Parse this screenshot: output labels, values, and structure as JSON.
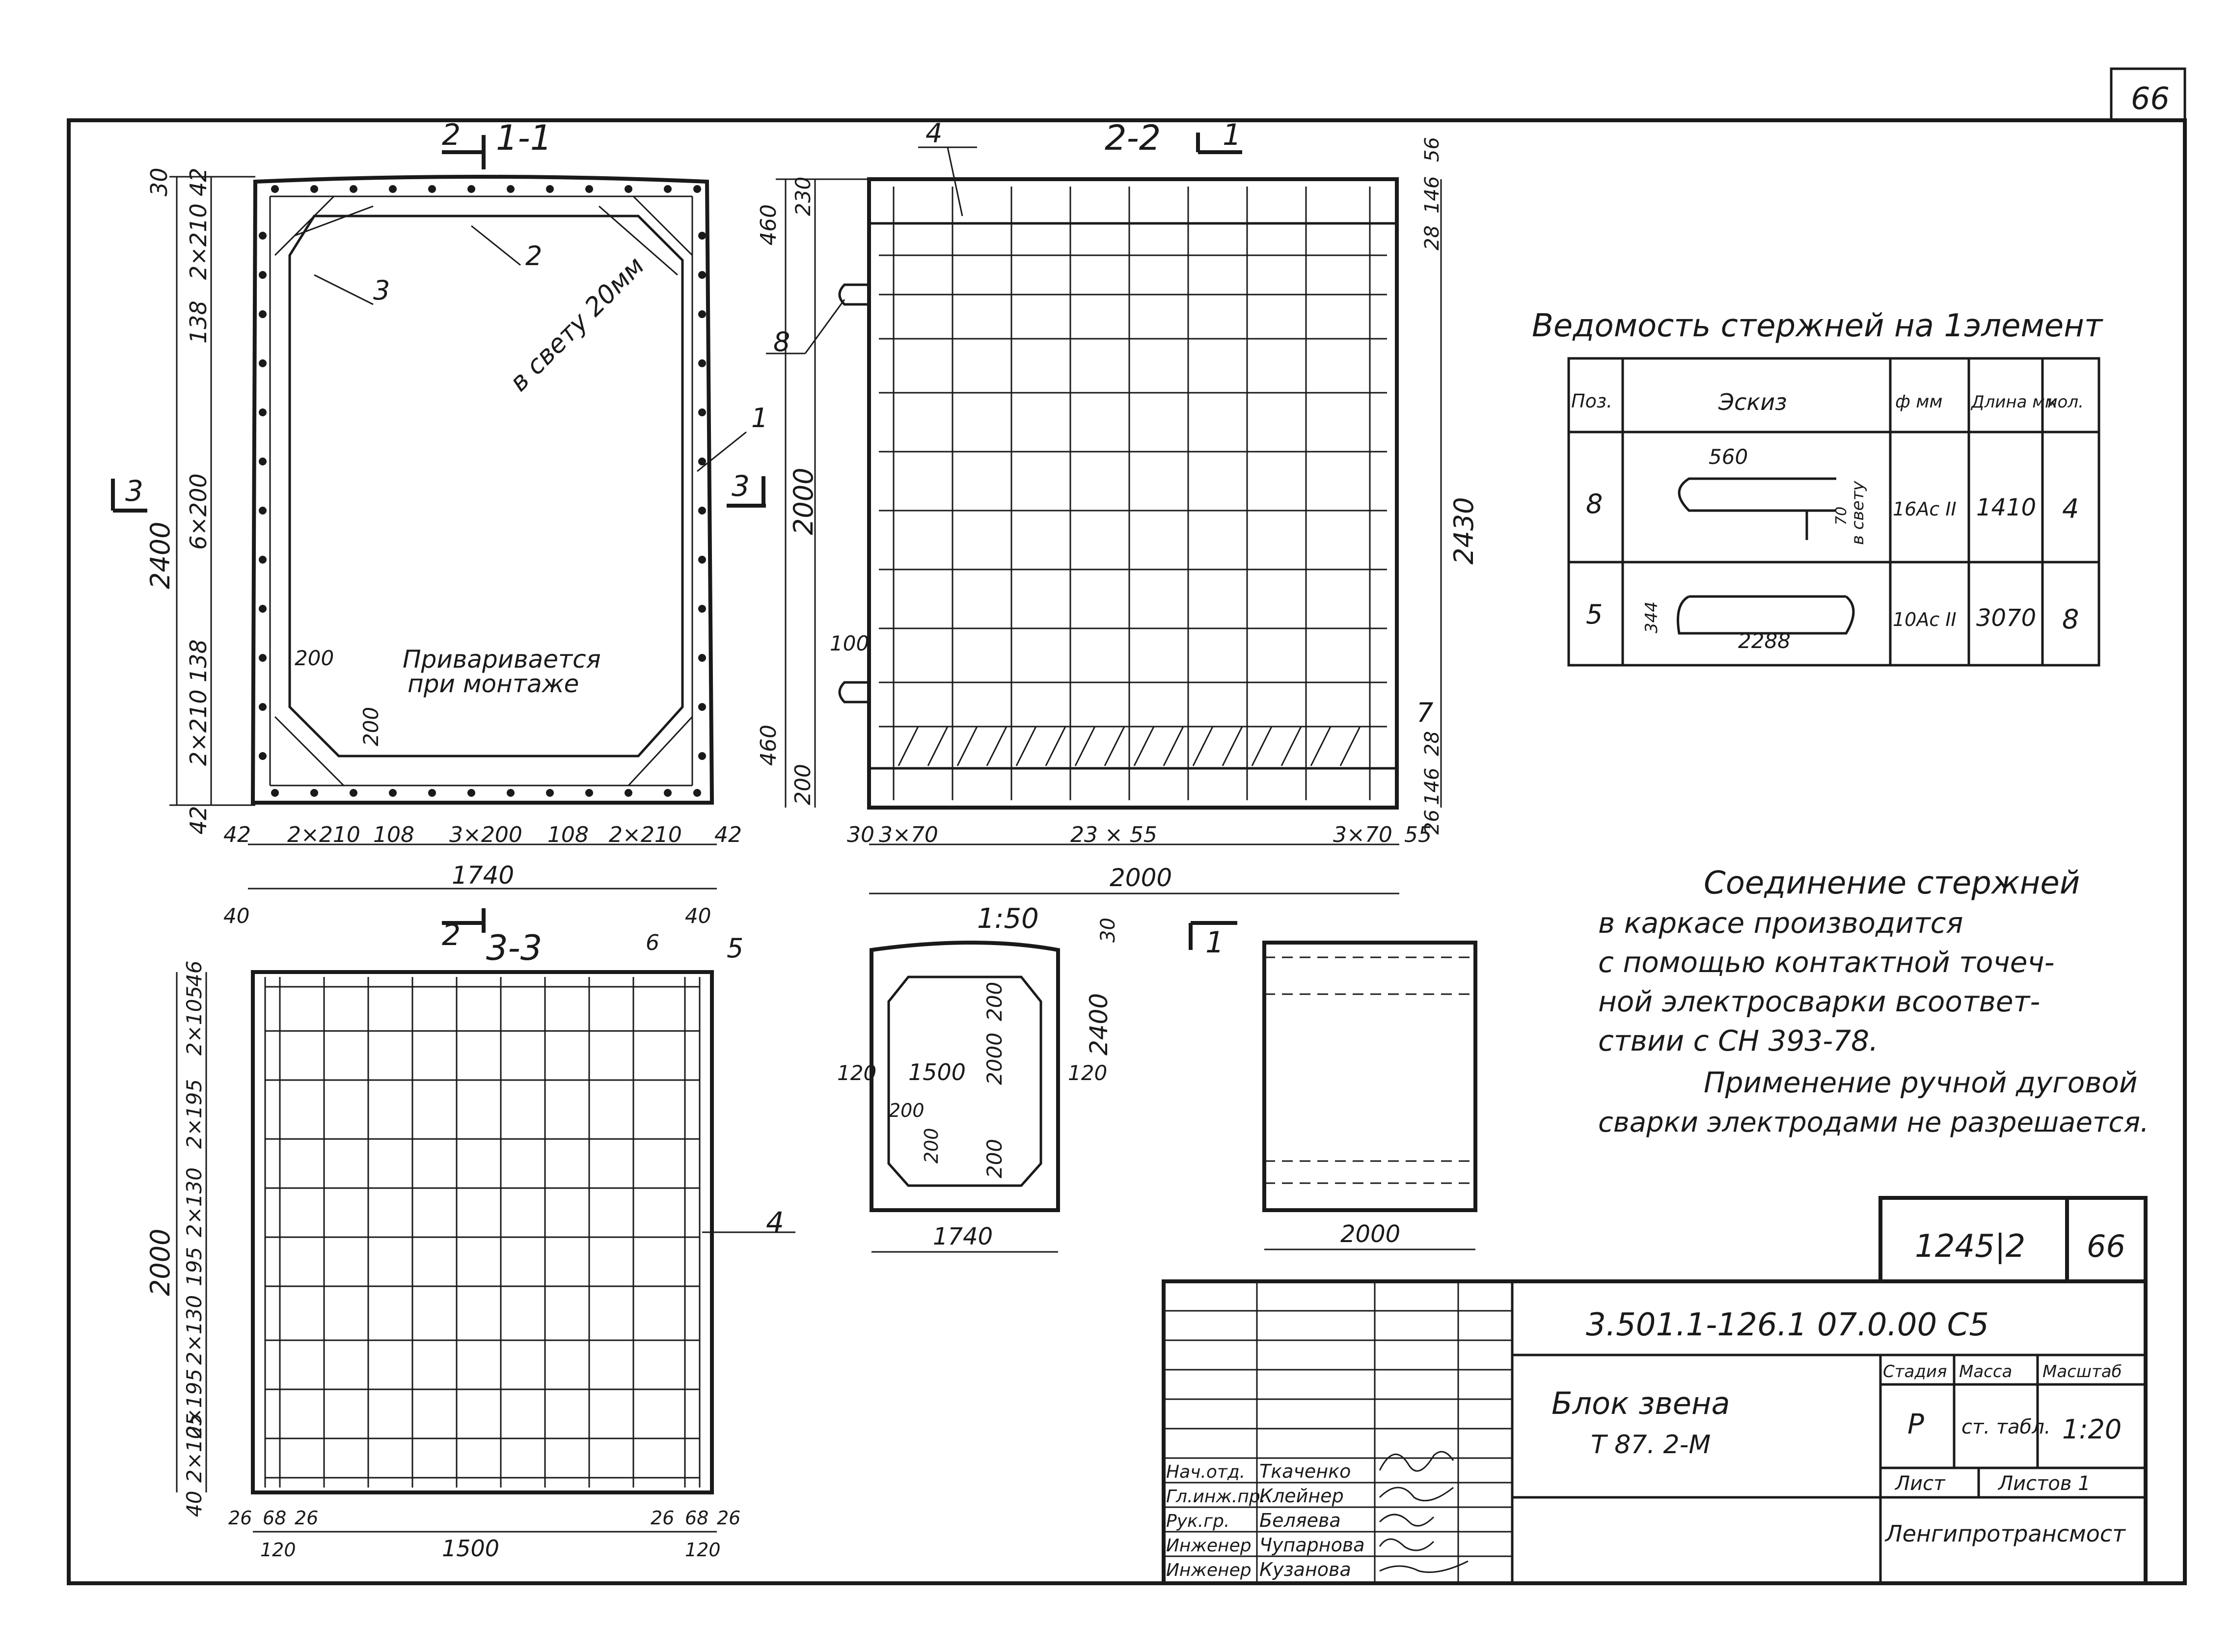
{
  "page": {
    "sheet_number_corner": "66"
  },
  "section_1_1": {
    "title": "1-1",
    "cut_2": "2",
    "cut_3": "3",
    "left_dims": [
      "30",
      "42",
      "2×210",
      "138",
      "6×200",
      "138",
      "2×210",
      "42"
    ],
    "overall_height": "2400",
    "bottom_dims": [
      "42",
      "2×210",
      "108",
      "3×200",
      "108",
      "2×210",
      "42"
    ],
    "overall_width": "1740",
    "callouts": [
      "1",
      "2",
      "3"
    ],
    "clear_note": "в свету 20мм",
    "weld_note_1": "Привариваeтся",
    "weld_note_2": "при монтаже",
    "inner_dim_200_a": "200",
    "inner_dim_200_b": "200"
  },
  "section_2_2": {
    "title": "2-2",
    "cut_1": "1",
    "cut_3": "3",
    "left_dims": [
      "230",
      "460",
      "2000",
      "100",
      "460",
      "200"
    ],
    "right_dims": [
      "56",
      "146",
      "28",
      "2430",
      "28",
      "146",
      "26"
    ],
    "bottom_dims": [
      "30",
      "3×70",
      "23 × 55",
      "3×70",
      "55"
    ],
    "overall_width": "2000",
    "callouts": [
      "4",
      "7",
      "8"
    ]
  },
  "section_3_3": {
    "title": "3-3",
    "cut_2": "2",
    "top_dims": [
      "40",
      "40"
    ],
    "left_dims": [
      "46",
      "2×105",
      "2×195",
      "2×130",
      "195",
      "2×130",
      "2×195",
      "2×105",
      "40"
    ],
    "overall_height": "2000",
    "bottom_dims": [
      "26",
      "68",
      "26",
      "26",
      "68",
      "26"
    ],
    "bottom_dims_2": [
      "120",
      "1500",
      "120"
    ],
    "callouts": [
      "4",
      "5",
      "6"
    ]
  },
  "small_view": {
    "scale": "1:50",
    "dim_30": "30",
    "height": "2400",
    "inner_h_1": "2000",
    "inner_h_2": "200",
    "inner_h_3": "200",
    "side_left": "120",
    "inner_w": "1500",
    "side_right": "120",
    "chamfer_1": "200",
    "chamfer_2": "200",
    "width": "1740"
  },
  "side_view": {
    "cut_1": "1",
    "width": "2000"
  },
  "schedule": {
    "title": "Ведомость стержней на 1элемент",
    "headers": {
      "pos": "Поз.",
      "sketch": "Эскиз",
      "phi": "ф мм",
      "length": "Длина мм",
      "qty": "кол."
    },
    "rows": [
      {
        "pos": "8",
        "sketch_dim": "560",
        "sketch_note": "в свету",
        "sketch_dim2": "70",
        "phi": "16Ас II",
        "length": "1410",
        "qty": "4"
      },
      {
        "pos": "5",
        "sketch_dim": "2288",
        "sketch_dim2": "344",
        "phi": "10Ас II",
        "length": "3070",
        "qty": "8"
      }
    ]
  },
  "notes": {
    "lines": [
      "Соединение стержней",
      "в каркасе производится",
      "с помощью контактной точеч-",
      "ной электросварки всоответ-",
      "ствии с СН 393-78.",
      "Применение ручной дуговой",
      "сварки электродами не разрешается."
    ]
  },
  "title_block": {
    "project_no": "1245|2",
    "sheet_box": "66",
    "code": "3.501.1-126.1 07.0.00 С5",
    "name_1": "Блок звена",
    "name_2": "Т 87. 2-М",
    "stage_header": "Стадия",
    "mass_header": "Масса",
    "scale_header": "Масштаб",
    "stage": "Р",
    "mass": "ст. табл.",
    "scale": "1:20",
    "sheet_label": "Лист",
    "sheets_label": "Листов 1",
    "org": "Ленгипротрансмост",
    "people": [
      {
        "role": "Нач.отд.",
        "name": "Ткаченко"
      },
      {
        "role": "Гл.инж.пр.",
        "name": "Клейнер"
      },
      {
        "role": "Рук.гр.",
        "name": "Беляева"
      },
      {
        "role": "Инженер",
        "name": "Чупарнова"
      },
      {
        "role": "Инженер",
        "name": "Кузанова"
      }
    ]
  }
}
